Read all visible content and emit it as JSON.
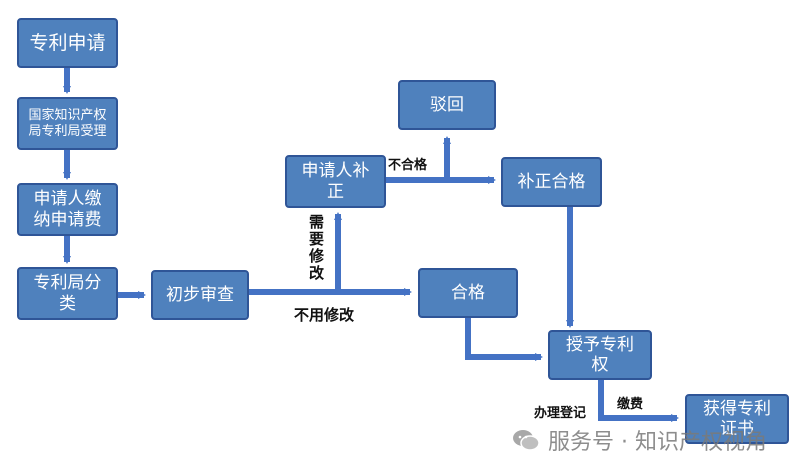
{
  "nodes": {
    "apply": "专利申请",
    "accept": "国家知识产权局专利局受理",
    "fee": "申请人缴纳申请费",
    "classify": "专利局分类",
    "prelim": "初步审查",
    "supplement": "申请人补正",
    "reject": "驳回",
    "supp_ok": "补正合格",
    "pass": "合格",
    "grant": "授予专利权",
    "cert": "获得专利证书"
  },
  "labels": {
    "need_modify": "需要修改",
    "no_modify": "不用修改",
    "fail": "不合格",
    "register": "办理登记",
    "pay": "缴费"
  },
  "watermark": {
    "text": "服务号 · 知识产权视角",
    "icon": "wechat-icon"
  },
  "colors": {
    "box_fill": "#4f81bd",
    "box_border": "#2f5597",
    "arrow": "#4472c4"
  }
}
